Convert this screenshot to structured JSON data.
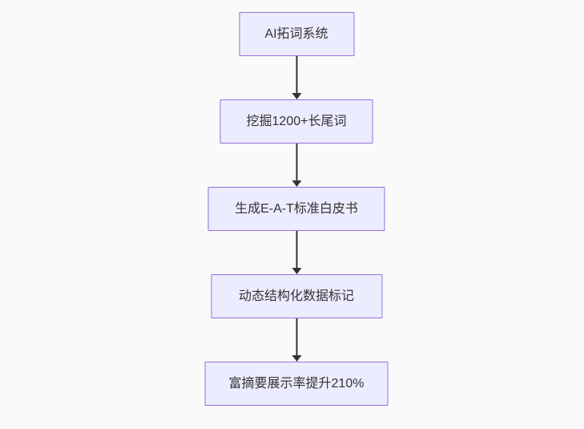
{
  "colors": {
    "background": "#fafafa",
    "node_fill": "#ececff",
    "node_border": "#9370db",
    "arrow": "#333333",
    "text": "#333333"
  },
  "flowchart": {
    "type": "flowchart",
    "direction": "top-down",
    "node_labels": [
      "AI拓词系统",
      "挖掘1200+长尾词",
      "生成E-A-T标准白皮书",
      "动态结构化数据标记",
      "富摘要展示率提升210%"
    ],
    "connections": [
      [
        0,
        1
      ],
      [
        1,
        2
      ],
      [
        2,
        3
      ],
      [
        3,
        4
      ]
    ]
  }
}
